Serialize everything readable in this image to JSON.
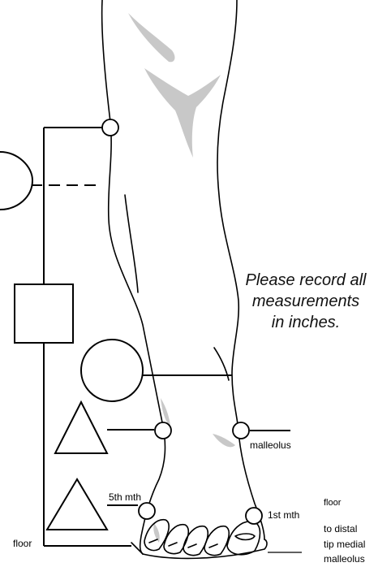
{
  "instruction": [
    "Please record all",
    "measurements",
    "in inches."
  ],
  "labels": {
    "malleolus": "malleolus",
    "fifth_mth": "5th mth",
    "first_mth": "1st mth",
    "floor_left": "floor",
    "floor_right": "floor",
    "distal_line1": "to distal",
    "distal_line2": "tip medial",
    "distal_line3": "malleolus"
  },
  "colors": {
    "stroke": "#000000",
    "shade": "#c8c8c8",
    "background": "#ffffff"
  }
}
